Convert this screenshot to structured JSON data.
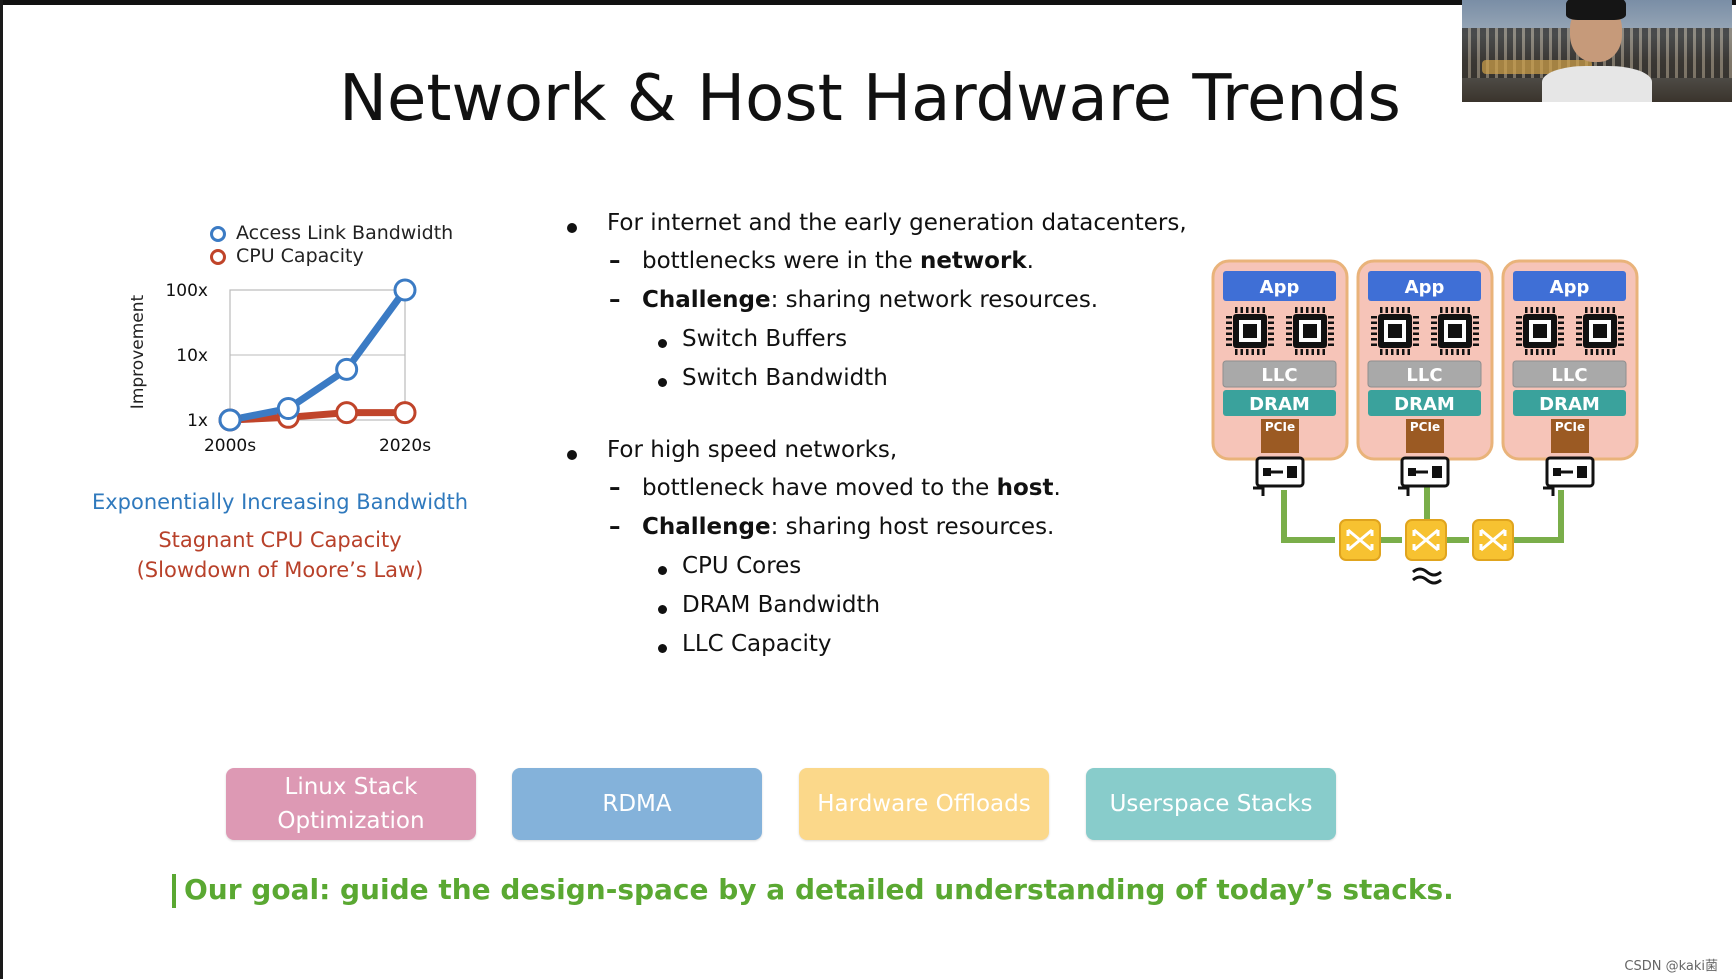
{
  "slide": {
    "title": "Network & Host Hardware Trends"
  },
  "chart_data": {
    "type": "line",
    "x": [
      "2000s",
      "",
      "",
      "2020s"
    ],
    "ylabel": "Improvement",
    "yscale": "log",
    "yticks": [
      "1x",
      "10x",
      "100x"
    ],
    "ylim": [
      1,
      100
    ],
    "series": [
      {
        "name": "Access Link Bandwidth",
        "color": "#3b7bc4",
        "values": [
          1,
          1.5,
          6,
          100
        ]
      },
      {
        "name": "CPU Capacity",
        "color": "#c0442a",
        "values": [
          1,
          1.1,
          1.3,
          1.3
        ]
      }
    ],
    "legend": "top"
  },
  "captions": {
    "bandwidth": "Exponentially Increasing Bandwidth",
    "cpu_line1": "Stagnant CPU Capacity",
    "cpu_line2": "(Slowdown of Moore’s Law)"
  },
  "bullets": {
    "b1": "For internet and the early generation datacenters,",
    "b1_sub1_pre": "bottlenecks were in the ",
    "b1_sub1_bold": "network",
    "b1_sub1_post": ".",
    "b1_sub2_bold": "Challenge",
    "b1_sub2_post": ": sharing network resources.",
    "b1_items": [
      "Switch Buffers",
      "Switch Bandwidth"
    ],
    "b2": "For high speed networks,",
    "b2_sub1_pre": "bottleneck have moved to the ",
    "b2_sub1_bold": "host",
    "b2_sub1_post": ".",
    "b2_sub2_bold": "Challenge",
    "b2_sub2_post": ": sharing host resources.",
    "b2_items": [
      "CPU Cores",
      "DRAM Bandwidth",
      "LLC Capacity"
    ]
  },
  "diagram": {
    "app": "App",
    "llc": "LLC",
    "dram": "DRAM",
    "pcie": "PCIe"
  },
  "approaches": {
    "linux": "Linux Stack Optimization",
    "rdma": "RDMA",
    "offloads": "Hardware Offloads",
    "userspace": "Userspace Stacks"
  },
  "goal": "Our goal: guide the design-space by a detailed understanding of today’s stacks.",
  "watermark": "CSDN @kaki菌",
  "colors": {
    "bandwidth_blue": "#3b7bc4",
    "cpu_red": "#c0442a",
    "linux_pink": "#dd99b4",
    "rdma_blue": "#84b2da",
    "offloads_yellow": "#fbd88a",
    "userspace_teal": "#88cccb",
    "goal_green": "#5aa832"
  }
}
